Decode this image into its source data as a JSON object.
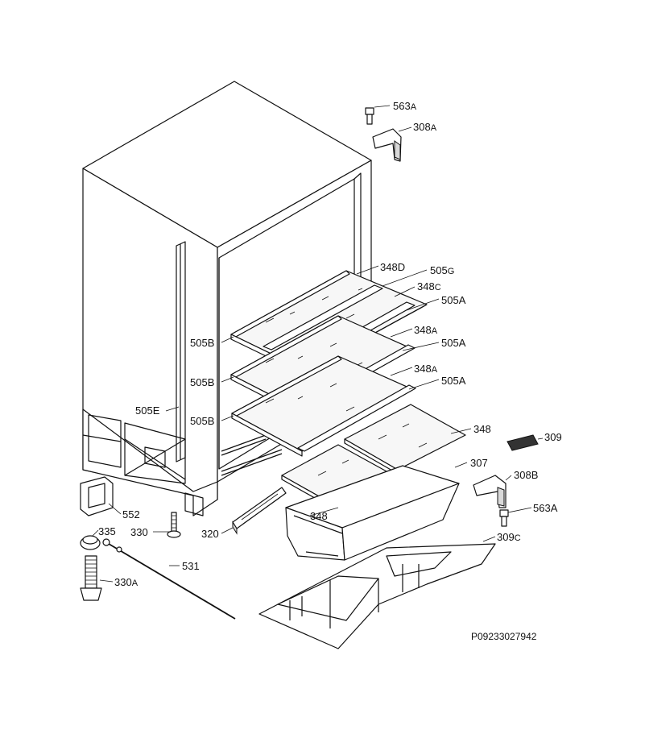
{
  "reference_code": "P09233027942",
  "parts": [
    {
      "id": "348d",
      "base": "348",
      "suffix": "D"
    },
    {
      "id": "505g",
      "base": "505",
      "suffix": "G"
    },
    {
      "id": "348c",
      "base": "348",
      "suffix": "C"
    },
    {
      "id": "505a-1",
      "base": "505",
      "suffix": "A"
    },
    {
      "id": "348a-1",
      "base": "348",
      "suffix": "A"
    },
    {
      "id": "505a-2",
      "base": "505",
      "suffix": "A"
    },
    {
      "id": "348a-2",
      "base": "348",
      "suffix": "A"
    },
    {
      "id": "505a-3",
      "base": "505",
      "suffix": "A"
    },
    {
      "id": "505b-1",
      "base": "505",
      "suffix": "B"
    },
    {
      "id": "505b-2",
      "base": "505",
      "suffix": "B"
    },
    {
      "id": "505b-3",
      "base": "505",
      "suffix": "B"
    },
    {
      "id": "505e",
      "base": "505",
      "suffix": "E"
    },
    {
      "id": "348-top",
      "base": "348",
      "suffix": ""
    },
    {
      "id": "348-bottom",
      "base": "348",
      "suffix": ""
    },
    {
      "id": "307",
      "base": "307",
      "suffix": ""
    },
    {
      "id": "309",
      "base": "309",
      "suffix": ""
    },
    {
      "id": "308b",
      "base": "308",
      "suffix": "B"
    },
    {
      "id": "563a-right",
      "base": "563",
      "suffix": "A"
    },
    {
      "id": "309c",
      "base": "309",
      "suffix": "C"
    },
    {
      "id": "563a-top",
      "base": "563",
      "suffix": "A"
    },
    {
      "id": "308a",
      "base": "308",
      "suffix": "A"
    },
    {
      "id": "552",
      "base": "552",
      "suffix": ""
    },
    {
      "id": "335",
      "base": "335",
      "suffix": ""
    },
    {
      "id": "330",
      "base": "330",
      "suffix": ""
    },
    {
      "id": "320",
      "base": "320",
      "suffix": ""
    },
    {
      "id": "531",
      "base": "531",
      "suffix": ""
    },
    {
      "id": "330a",
      "base": "330",
      "suffix": "A"
    }
  ]
}
